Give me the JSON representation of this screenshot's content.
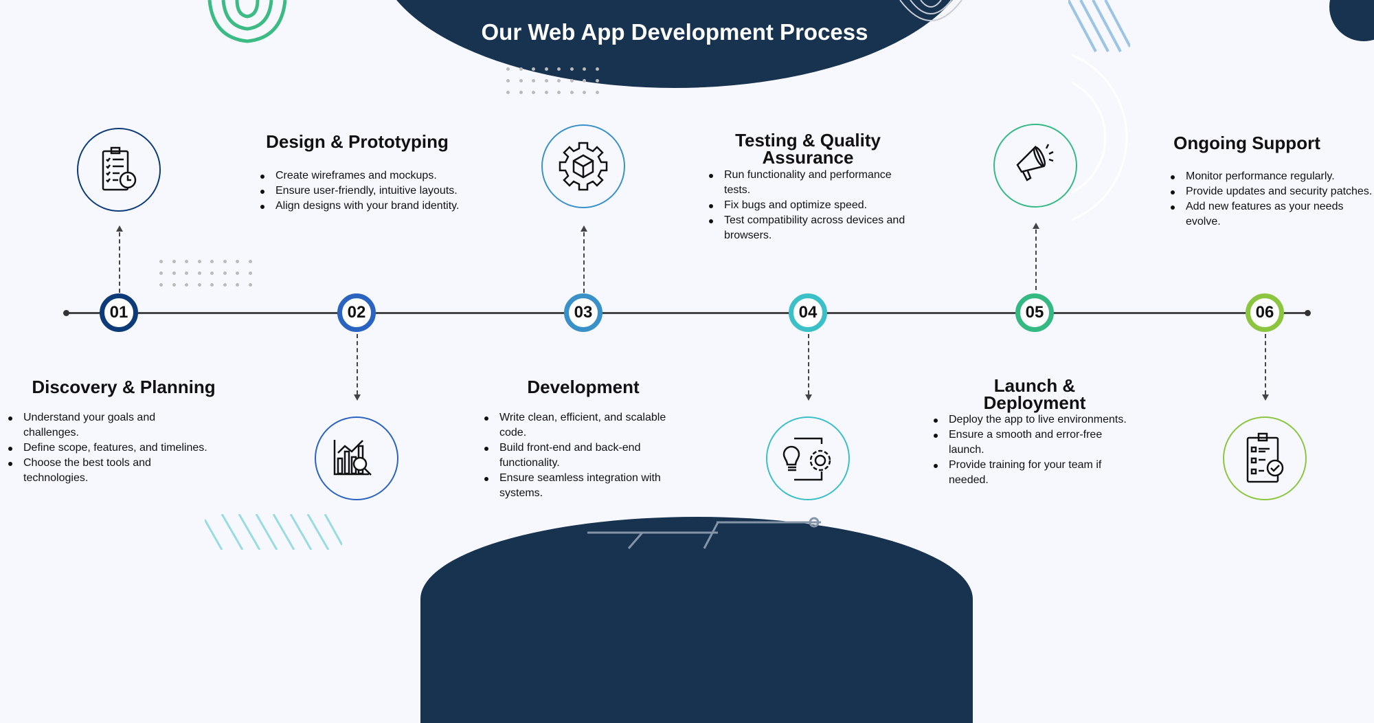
{
  "title": "Our Web App Development Process",
  "colors": {
    "navy": "#183350",
    "step1": "#0d3b78",
    "step2": "#2a63c0",
    "step3": "#3a91c8",
    "step4": "#3cc0c8",
    "step5": "#35b982",
    "step6": "#8cc640"
  },
  "steps": [
    {
      "number": "01",
      "heading": "Discovery & Planning",
      "icon": "clipboard-clock-icon",
      "bullets": [
        "Understand your goals and challenges.",
        "Define scope, features, and timelines.",
        "Choose the best tools and technologies."
      ]
    },
    {
      "number": "02",
      "heading": "Design & Prototyping",
      "icon": "chart-magnifier-icon",
      "bullets": [
        "Create wireframes and mockups.",
        "Ensure user-friendly, intuitive layouts.",
        "Align designs with your brand identity."
      ]
    },
    {
      "number": "03",
      "heading": "Development",
      "icon": "gear-box-icon",
      "bullets": [
        "Write clean, efficient, and scalable code.",
        "Build front-end and back-end functionality.",
        "Ensure seamless integration with systems."
      ]
    },
    {
      "number": "04",
      "heading": "Testing & Quality Assurance",
      "icon": "bulb-gear-icon",
      "bullets": [
        "Run functionality and performance tests.",
        "Fix bugs and optimize speed.",
        "Test compatibility across devices and browsers."
      ]
    },
    {
      "number": "05",
      "heading": "Launch & Deployment",
      "icon": "megaphone-icon",
      "bullets": [
        "Deploy the app to live environments.",
        "Ensure a smooth and error-free launch.",
        "Provide training for your team if needed."
      ]
    },
    {
      "number": "06",
      "heading": "Ongoing Support",
      "icon": "checklist-icon",
      "bullets": [
        "Monitor performance regularly.",
        "Provide updates and security patches.",
        "Add new features as your needs evolve."
      ]
    }
  ]
}
